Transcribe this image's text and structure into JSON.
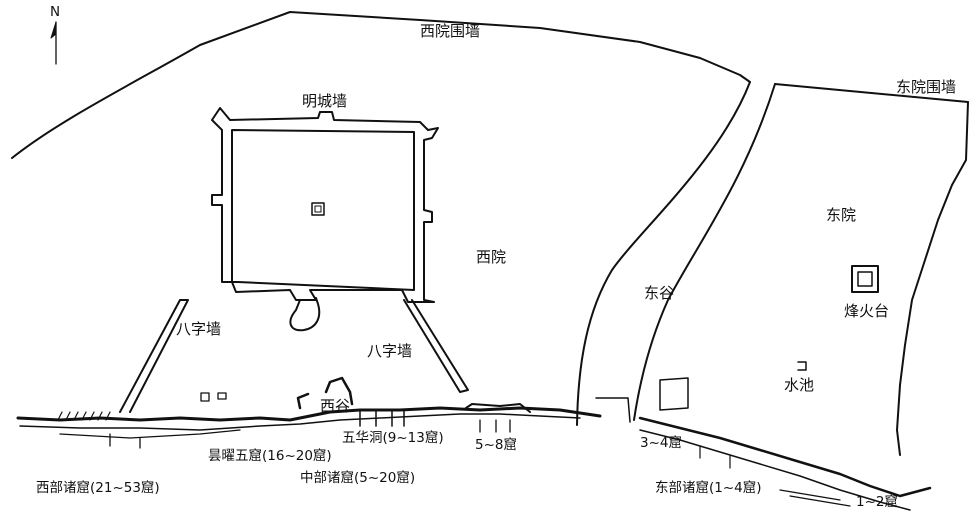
{
  "compass": {
    "north_label": "N"
  },
  "labels": {
    "west_wall": "西院围墙",
    "east_wall": "东院围墙",
    "ming_wall": "明城墙",
    "west_court": "西院",
    "east_court": "东院",
    "east_valley": "东谷",
    "beacon": "烽火台",
    "bazi_wall_left": "八字墙",
    "bazi_wall_right": "八字墙",
    "pool": "水池",
    "west_valley": "西谷",
    "wuhua_cave": "五华洞(9~13窟)",
    "caves_5_8": "5~8窟",
    "caves_3_4": "3~4窟",
    "tanyao_caves": "昙曜五窟(16~20窟)",
    "middle_caves": "中部诸窟(5~20窟)",
    "west_caves": "西部诸窟(21~53窟)",
    "east_caves": "东部诸窟(1~4窟)",
    "caves_1_2": "1~2窟"
  },
  "colors": {
    "line": "#111111",
    "background": "#ffffff"
  }
}
